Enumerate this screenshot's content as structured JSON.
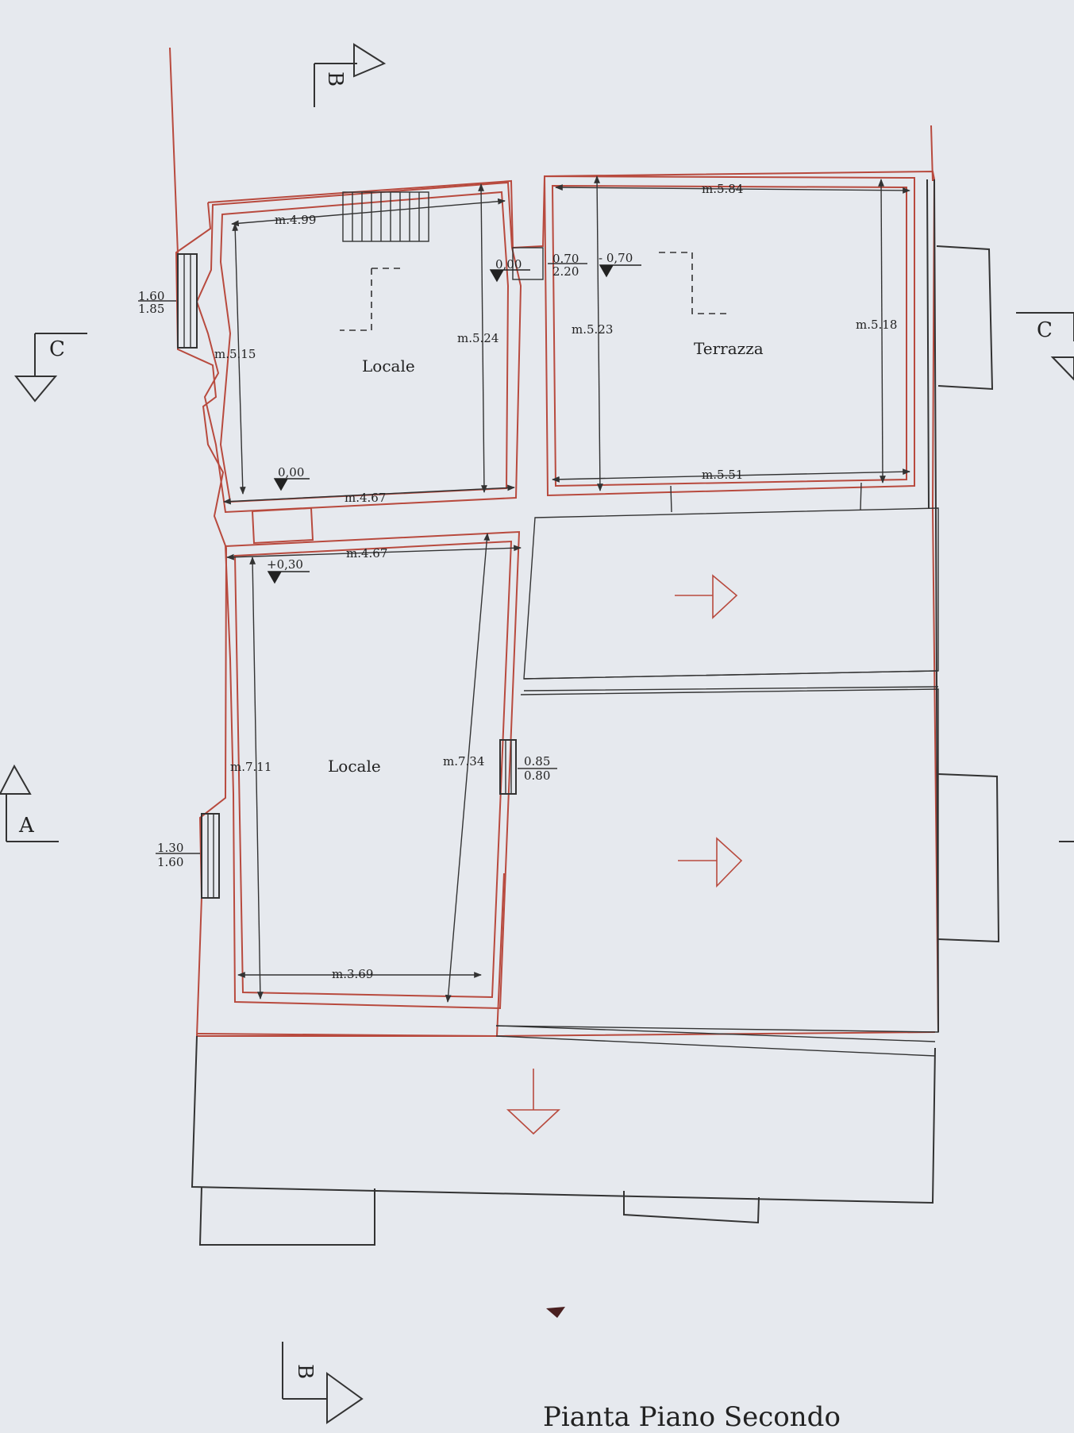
{
  "title": "Pianta Piano Secondo",
  "rooms": {
    "locale_top": "Locale",
    "terrazza": "Terrazza",
    "locale_bottom": "Locale"
  },
  "dimensions": {
    "top_room_width": "m.4.99",
    "top_room_bottom_width": "m.4.67",
    "top_room_left_height": "m.5.15",
    "top_room_right_height": "m.5.24",
    "terrace_top_width": "m.5.84",
    "terrace_bottom_width": "m.5.51",
    "terrace_left_height": "m.5.23",
    "terrace_right_height": "m.5.18",
    "bottom_room_top_width": "m.4.67",
    "bottom_room_bottom_width": "m.3.69",
    "bottom_room_left_height": "m.7.11",
    "bottom_room_right_height": "m.7.34"
  },
  "openings": {
    "window_top_left_top": "1.60",
    "window_top_left_bottom": "1.85",
    "door_terrace_top": "0.70",
    "door_terrace_bottom": "2.20",
    "window_bottom_right_top": "0.85",
    "window_bottom_right_bottom": "0.80",
    "window_bottom_left_top": "1.30",
    "window_bottom_left_bottom": "1.60"
  },
  "levels": {
    "top_room": "0,00",
    "corridor": "0,00",
    "terrace": "- 0,70",
    "bottom_room": "+0,30"
  },
  "sections": {
    "b_top": "B",
    "b_bottom": "B",
    "c_left": "C",
    "c_right": "C",
    "a_left": "A"
  },
  "colors": {
    "paper": "#e6e9ee",
    "wall_red": "#b84a3e",
    "line_dark": "#333333"
  }
}
